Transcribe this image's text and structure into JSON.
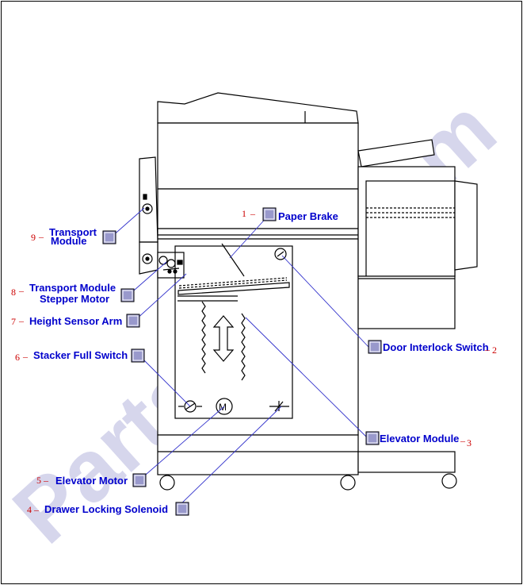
{
  "watermark": "PartsPere.com",
  "callouts": [
    {
      "number": "1",
      "label": "Paper Brake",
      "lines": [
        "Paper Brake"
      ]
    },
    {
      "number": "2",
      "label": "Door Interlock Switch",
      "lines": [
        "Door Interlock Switch"
      ]
    },
    {
      "number": "3",
      "label": "Elevator Module",
      "lines": [
        "Elevator Module"
      ]
    },
    {
      "number": "4",
      "label": "Drawer Locking Solenoid",
      "lines": [
        "Drawer Locking Solenoid"
      ]
    },
    {
      "number": "5",
      "label": "Elevator Motor",
      "lines": [
        "Elevator Motor"
      ]
    },
    {
      "number": "6",
      "label": "Stacker Full Switch",
      "lines": [
        "Stacker Full Switch"
      ]
    },
    {
      "number": "7",
      "label": "Height Sensor Arm",
      "lines": [
        "Height Sensor Arm"
      ]
    },
    {
      "number": "8",
      "label": "Transport Module Stepper Motor",
      "lines": [
        "Transport Module",
        "Stepper Motor"
      ]
    },
    {
      "number": "9",
      "label": "Transport Module",
      "lines": [
        "Transport",
        "Module"
      ]
    }
  ],
  "colors": {
    "label": "#0000cc",
    "number": "#cc0000",
    "leader": "#3333cc",
    "line": "#000000",
    "button": "#9999cc"
  }
}
